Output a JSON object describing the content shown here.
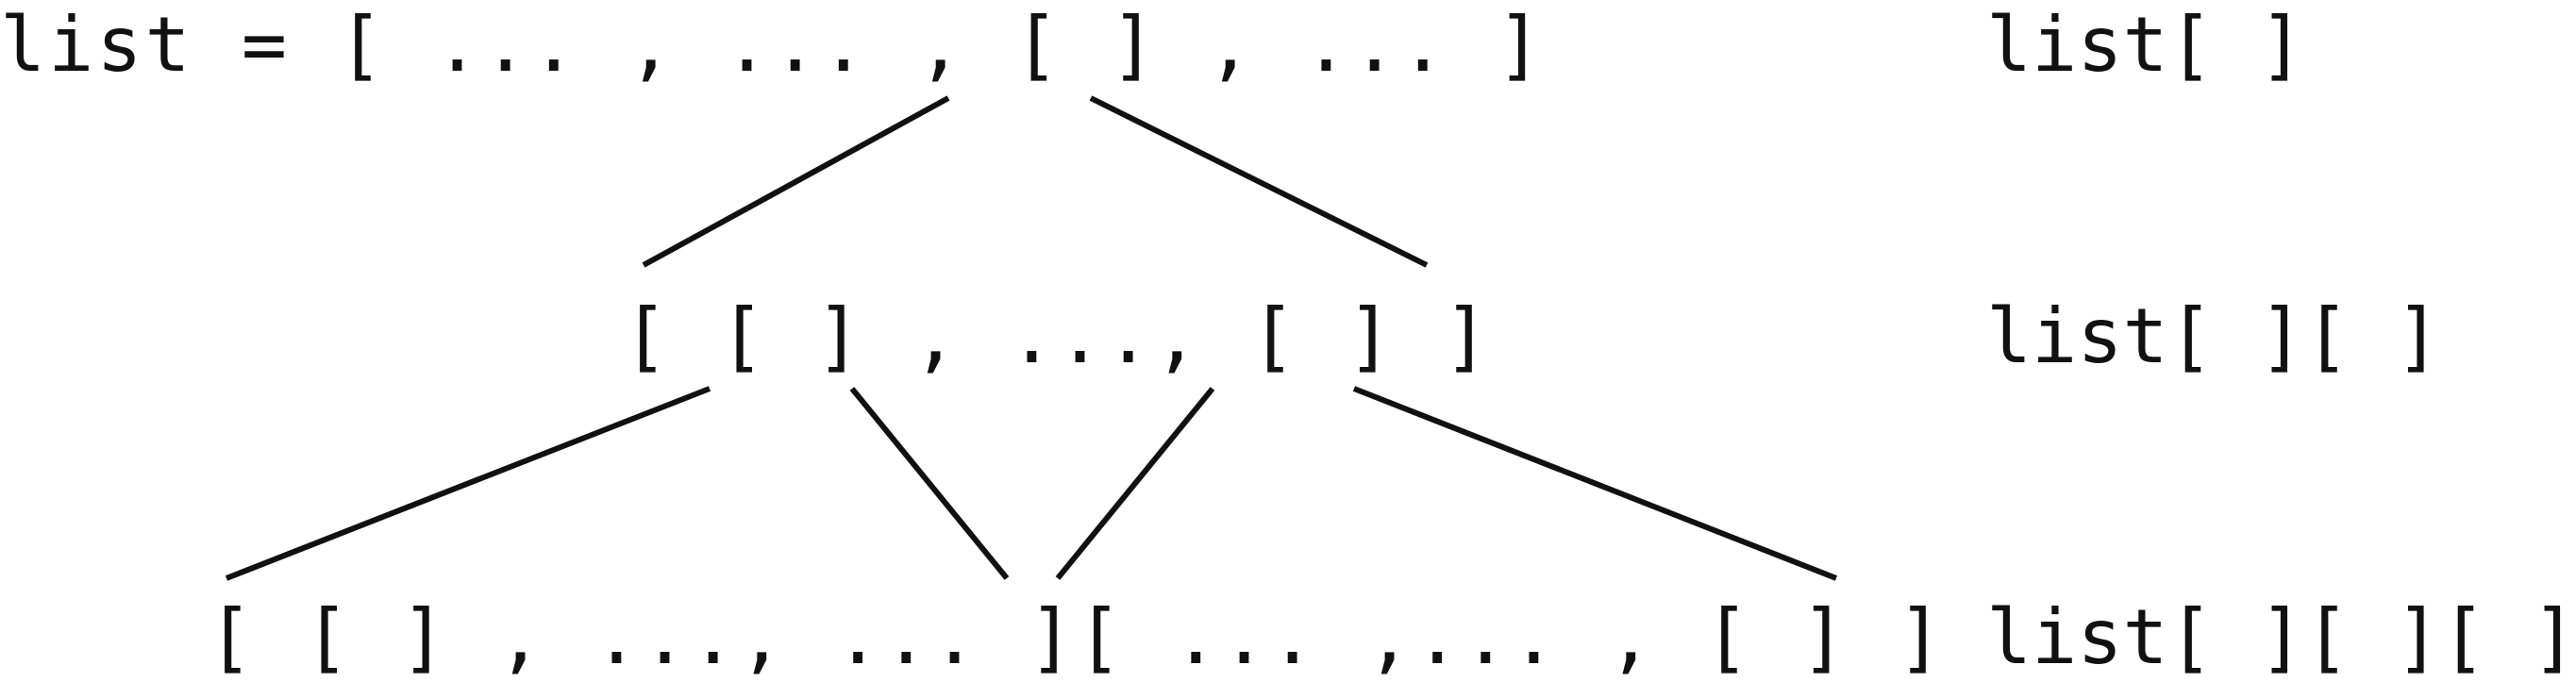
{
  "diagram": {
    "rows": [
      {
        "expression": "list = [ ... , ... , [ ] , ... ]",
        "label": "list[ ]"
      },
      {
        "expression": "[ [ ] , ..., [ ] ]",
        "label": "list[ ][ ]"
      },
      {
        "expression": "[ [ ] , ..., ... ][ ... ,... , [ ] ]",
        "label": "list[ ][ ][ ]"
      }
    ]
  }
}
